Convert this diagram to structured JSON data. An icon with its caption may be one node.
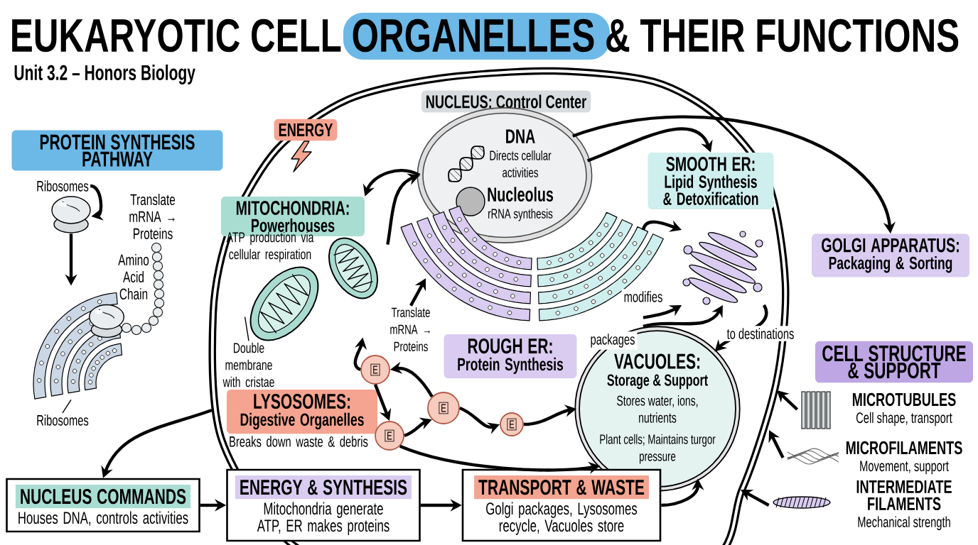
{
  "diagram": {
    "title": "EUKARYOTIC CELL ORGANELLES & THEIR FUNCTIONS",
    "nodes": [
      {
        "text": [
          "PROTEIN SYNTHESIS PATHWAY"
        ]
      },
      {
        "text": [
          "Ribosomes"
        ]
      },
      {
        "text": [],
        "shape": "picture"
      },
      {
        "text": [],
        "shape": "picture"
      },
      {
        "text": [
          "Ribosomes"
        ]
      },
      {
        "text": [
          "ENERGY"
        ]
      },
      {
        "text": [
          "MITOCHONDRIA:",
          "Powerhouses"
        ],
        "beside": [
          "ATP production via cellular respiration"
        ]
      },
      {
        "text": [],
        "shape": "picture"
      },
      {
        "text": [
          "Double membrane with cristae"
        ]
      },
      {
        "text": [
          "NUCLEUS: Control Center"
        ]
      },
      {
        "text": [
          "DNA",
          "Directs cellular activities",
          "Nucleolus",
          "rRNA synthesis"
        ]
      },
      {
        "text": [
          "SMOOTH ER:",
          "Lipid Synthesis & Detoxification"
        ]
      },
      {
        "text": [],
        "shape": "picture"
      },
      {
        "text": [
          "Translate mRNA → Proteins"
        ]
      },
      {
        "text": [
          "ROUGH ER:",
          "Protein Synthesis"
        ]
      },
      {
        "text": [],
        "shape": "picture"
      },
      {
        "text": [
          "GOLGI APPARATUS:",
          "Packaging & Sorting"
        ]
      },
      {
        "text": [
          "VACUOLES:",
          "Storage & Support",
          "Stores water, ions, nutrients",
          "Plant cells; Maintains turgor pressure"
        ]
      },
      {
        "text": [
          "LYSOSOMES:",
          "Digestive Organelles"
        ],
        "beside": [
          "Breaks down waste & debris"
        ]
      },
      {
        "text": [
          "E"
        ]
      },
      {
        "text": [
          "E"
        ]
      },
      {
        "text": [
          "E"
        ]
      },
      {
        "text": [
          "E"
        ]
      },
      {
        "text": [
          "CELL STRUCTURE & SUPPORT"
        ]
      },
      {
        "text": [
          "MICROTUBULES",
          "Cell shape, transport"
        ]
      },
      {
        "text": [
          "MICROFILAMENTS",
          "Movement, support"
        ]
      },
      {
        "text": [
          "INTERMEDIATE FILAMENTS",
          "Mechanical strength"
        ]
      },
      {
        "text": [
          "NUCLEUS COMMANDS",
          "Houses DNA, controls activities"
        ]
      },
      {
        "text": [
          "ENERGY & SYNTHESIS",
          "Mitochondria generate ATP, ER makes proteins"
        ]
      },
      {
        "text": [
          "TRANSPORT & WASTE",
          "Golgi packages, Lysosomes recycle, Vacuoles store"
        ]
      }
    ],
    "edges": [
      {
        "from": 1,
        "to": 2,
        "arrow": "to"
      },
      {
        "from": 2,
        "to": 3,
        "arrow": "to"
      },
      {
        "from": 4,
        "to": 3,
        "arrow": "none"
      },
      {
        "from": 8,
        "to": 7,
        "arrow": "none"
      },
      {
        "from": 13,
        "to": 12,
        "arrow": "to"
      },
      {
        "from": 10,
        "to": 6,
        "arrow": "to"
      },
      {
        "from": 7,
        "to": 10,
        "arrow": "to"
      },
      {
        "from": 10,
        "to": 11,
        "arrow": "to"
      },
      {
        "from": 10,
        "to": 16,
        "arrow": "to"
      },
      {
        "from": 12,
        "to": 15,
        "arrow": "to"
      },
      {
        "from": 12,
        "to": 15,
        "arrow": "to",
        "label": "modifies"
      },
      {
        "from": 12,
        "to": 15,
        "arrow": "to",
        "label": "packages"
      },
      {
        "from": 15,
        "to": 17,
        "arrow": "to",
        "label": "to destinations"
      },
      {
        "from": 19,
        "to": 7,
        "arrow": "to"
      },
      {
        "from": 19,
        "to": 20,
        "arrow": "to"
      },
      {
        "from": 20,
        "to": 21,
        "arrow": "to"
      },
      {
        "from": 21,
        "to": 19,
        "arrow": "to"
      },
      {
        "from": 21,
        "to": 22,
        "arrow": "to"
      },
      {
        "from": 22,
        "to": 17,
        "arrow": "to"
      },
      {
        "from": 20,
        "to": 17,
        "arrow": "to"
      },
      {
        "from": null,
        "to": 27,
        "arrow": "to"
      },
      {
        "from": 27,
        "to": 28,
        "arrow": "to"
      },
      {
        "from": 28,
        "to": 29,
        "arrow": "to"
      },
      {
        "from": 29,
        "to": 17,
        "arrow": "to"
      },
      {
        "from": 24,
        "to": null,
        "arrow": "to"
      },
      {
        "from": 25,
        "to": null,
        "arrow": "to"
      },
      {
        "from": 26,
        "to": null,
        "arrow": "to"
      }
    ],
    "labels": [
      "Unit 3.2 – Honors Biology",
      "Translate mRNA → Proteins",
      "Amino Acid Chain"
    ]
  }
}
